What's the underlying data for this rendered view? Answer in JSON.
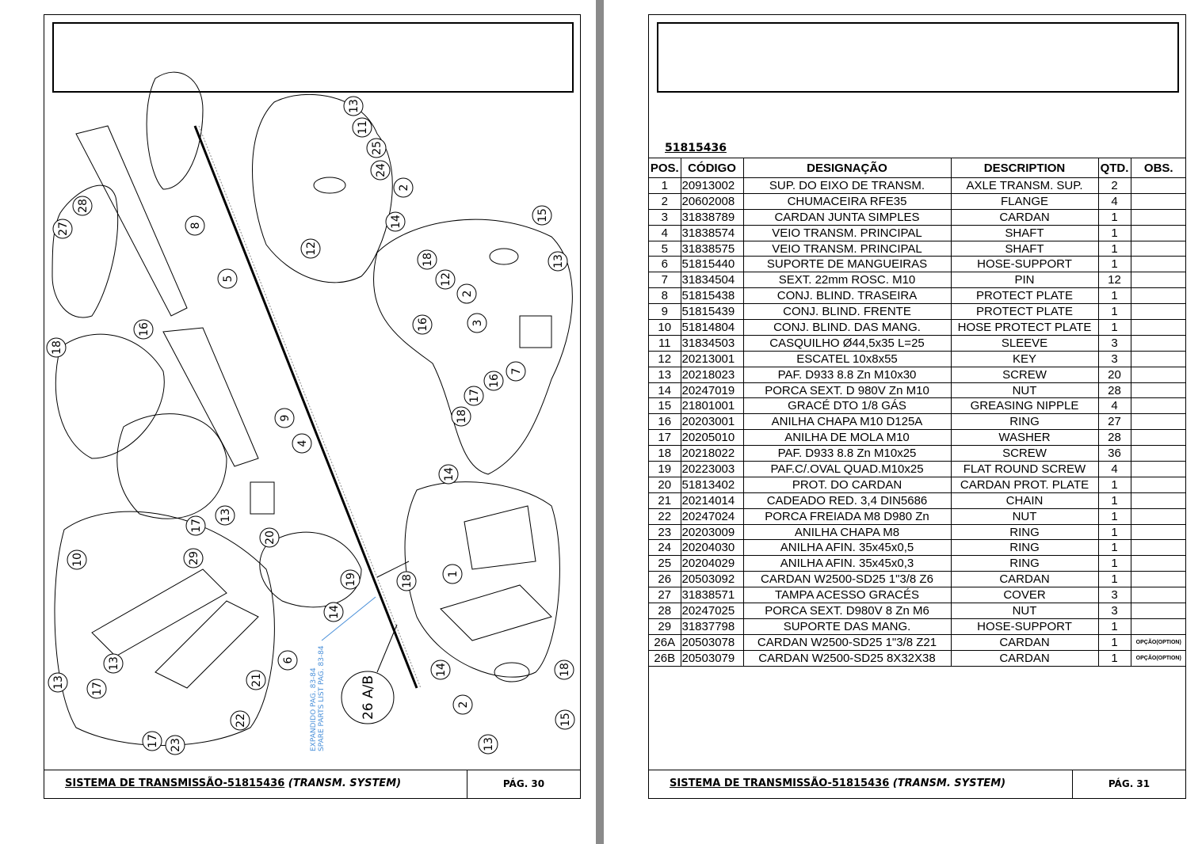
{
  "left_page": {
    "footer_title": "SISTEMA DE TRANSMISSÃO-51815436",
    "footer_subtitle": "(TRANSM. SYSTEM)",
    "page_number": "PÁG. 30",
    "note_line1": "EXPANDIDO PAG. 83-84",
    "note_line2": "SPARE PARTS LIST PAG. 83-84",
    "big_balloon": "26 A/B",
    "balloons": [
      "13",
      "11",
      "25",
      "24",
      "2",
      "14",
      "12",
      "15",
      "13",
      "18",
      "12",
      "2",
      "16",
      "3",
      "7",
      "16",
      "17",
      "18",
      "8",
      "5",
      "28",
      "27",
      "16",
      "18",
      "9",
      "4",
      "14",
      "1",
      "18",
      "14",
      "2",
      "13",
      "15",
      "18",
      "6",
      "20",
      "13",
      "17",
      "29",
      "19",
      "14",
      "10",
      "13",
      "17",
      "13",
      "17",
      "23",
      "21",
      "22"
    ]
  },
  "right_page": {
    "reference": "51815436",
    "headers": [
      "POS.",
      "CÓDIGO",
      "DESIGNAÇÃO",
      "DESCRIPTION",
      "QTD.",
      "OBS."
    ],
    "rows": [
      [
        "1",
        "20913002",
        "SUP. DO EIXO DE TRANSM.",
        "AXLE TRANSM. SUP.",
        "2",
        ""
      ],
      [
        "2",
        "20602008",
        "CHUMACEIRA RFE35",
        "FLANGE",
        "4",
        ""
      ],
      [
        "3",
        "31838789",
        "CARDAN JUNTA SIMPLES",
        "CARDAN",
        "1",
        ""
      ],
      [
        "4",
        "31838574",
        "VEIO TRANSM. PRINCIPAL",
        "SHAFT",
        "1",
        ""
      ],
      [
        "5",
        "31838575",
        "VEIO TRANSM. PRINCIPAL",
        "SHAFT",
        "1",
        ""
      ],
      [
        "6",
        "51815440",
        "SUPORTE DE MANGUEIRAS",
        "HOSE-SUPPORT",
        "1",
        ""
      ],
      [
        "7",
        "31834504",
        "SEXT. 22mm ROSC. M10",
        "PIN",
        "12",
        ""
      ],
      [
        "8",
        "51815438",
        "CONJ. BLIND. TRASEIRA",
        "PROTECT PLATE",
        "1",
        ""
      ],
      [
        "9",
        "51815439",
        "CONJ. BLIND. FRENTE",
        "PROTECT PLATE",
        "1",
        ""
      ],
      [
        "10",
        "51814804",
        "CONJ. BLIND. DAS MANG.",
        "HOSE PROTECT PLATE",
        "1",
        ""
      ],
      [
        "11",
        "31834503",
        "CASQUILHO Ø44,5x35 L=25",
        "SLEEVE",
        "3",
        ""
      ],
      [
        "12",
        "20213001",
        "ESCATEL 10x8x55",
        "KEY",
        "3",
        ""
      ],
      [
        "13",
        "20218023",
        "PAF. D933 8.8 Zn M10x30",
        "SCREW",
        "20",
        ""
      ],
      [
        "14",
        "20247019",
        "PORCA SEXT. D 980V Zn M10",
        "NUT",
        "28",
        ""
      ],
      [
        "15",
        "21801001",
        "GRACÉ DTO 1/8 GÁS",
        "GREASING NIPPLE",
        "4",
        ""
      ],
      [
        "16",
        "20203001",
        "ANILHA CHAPA M10 D125A",
        "RING",
        "27",
        ""
      ],
      [
        "17",
        "20205010",
        "ANILHA DE MOLA M10",
        "WASHER",
        "28",
        ""
      ],
      [
        "18",
        "20218022",
        "PAF. D933 8.8 Zn M10x25",
        "SCREW",
        "36",
        ""
      ],
      [
        "19",
        "20223003",
        "PAF.C/.OVAL QUAD.M10x25",
        "FLAT ROUND SCREW",
        "4",
        ""
      ],
      [
        "20",
        "51813402",
        "PROT. DO CARDAN",
        "CARDAN PROT. PLATE",
        "1",
        ""
      ],
      [
        "21",
        "20214014",
        "CADEADO RED. 3,4 DIN5686",
        "CHAIN",
        "1",
        ""
      ],
      [
        "22",
        "20247024",
        "PORCA FREIADA M8 D980 Zn",
        "NUT",
        "1",
        ""
      ],
      [
        "23",
        "20203009",
        "ANILHA CHAPA M8",
        "RING",
        "1",
        ""
      ],
      [
        "24",
        "20204030",
        "ANILHA AFIN. 35x45x0,5",
        "RING",
        "1",
        ""
      ],
      [
        "25",
        "20204029",
        "ANILHA AFIN. 35x45x0,3",
        "RING",
        "1",
        ""
      ],
      [
        "26",
        "20503092",
        "CARDAN W2500-SD25 1\"3/8 Z6",
        "CARDAN",
        "1",
        ""
      ],
      [
        "27",
        "31838571",
        "TAMPA ACESSO GRACÉS",
        "COVER",
        "3",
        ""
      ],
      [
        "28",
        "20247025",
        "PORCA SEXT. D980V 8 Zn M6",
        "NUT",
        "3",
        ""
      ],
      [
        "29",
        "31837798",
        "SUPORTE DAS MANG.",
        "HOSE-SUPPORT",
        "1",
        ""
      ],
      [
        "26A",
        "20503078",
        "CARDAN W2500-SD25 1\"3/8 Z21",
        "CARDAN",
        "1",
        "OPÇÃO(OPTION)"
      ],
      [
        "26B",
        "20503079",
        "CARDAN W2500-SD25 8X32X38",
        "CARDAN",
        "1",
        "OPÇÃO(OPTION)"
      ]
    ],
    "footer_title": "SISTEMA DE TRANSMISSÃO-51815436",
    "footer_subtitle": "(TRANSM. SYSTEM)",
    "page_number": "PÁG. 31"
  }
}
